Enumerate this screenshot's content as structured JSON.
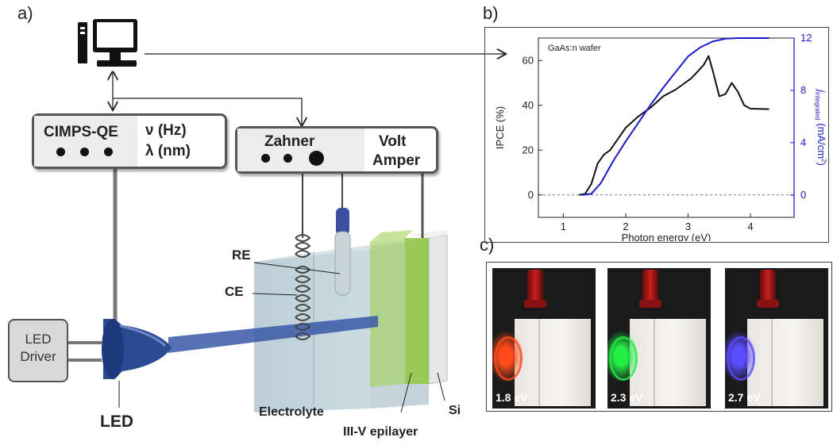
{
  "panels": {
    "a": "a)",
    "b": "b)",
    "c": "c)"
  },
  "cimps": {
    "name": "CIMPS-QE",
    "param1": "ν (Hz)",
    "param2": "λ (nm)"
  },
  "zahner": {
    "name": "Zahner",
    "param1": "Volt",
    "param2": "Amper"
  },
  "led_driver": {
    "line1": "LED",
    "line2": "Driver"
  },
  "labels": {
    "led": "LED",
    "re": "RE",
    "ce": "CE",
    "electrolyte": "Electrolyte",
    "epilayer": "III-V epilayer",
    "si": "Si"
  },
  "icons": [
    "computer-icon",
    "led-icon"
  ],
  "colors": {
    "integrated_axis": "#1a1acc",
    "ipce_line": "#111111",
    "beam": "#3a58a8",
    "epilayer": "#8fc63f"
  },
  "chart_data": {
    "type": "line",
    "annotation": "GaAs:n wafer",
    "xlabel": "Photon energy (eV)",
    "ylabel_left": "IPCE (%)",
    "ylabel_right_main": "j",
    "ylabel_right_sub": "integrated",
    "ylabel_right_unit": "(mA/cm",
    "ylabel_right_sup": "2",
    "ylabel_right_close": ")",
    "xlim": [
      0.6,
      4.7
    ],
    "ylim_left": [
      -10,
      70
    ],
    "ylim_right": [
      -1.71,
      12
    ],
    "xticks": [
      "1",
      "2",
      "3",
      "4"
    ],
    "yticks_left": [
      "0",
      "20",
      "40",
      "60"
    ],
    "yticks_right": [
      "0",
      "4",
      "8",
      "12"
    ],
    "series": [
      {
        "axis": "left",
        "color": "#111111",
        "x": [
          1.25,
          1.35,
          1.45,
          1.55,
          1.65,
          1.75,
          1.85,
          2.0,
          2.2,
          2.4,
          2.6,
          2.8,
          2.95,
          3.05,
          3.15,
          3.25,
          3.33,
          3.4,
          3.5,
          3.6,
          3.7,
          3.8,
          3.9,
          4.0,
          4.3
        ],
        "y": [
          0,
          0.5,
          5,
          14,
          18,
          20,
          24,
          30,
          35,
          39,
          44,
          47,
          50,
          52,
          55,
          58,
          62,
          55,
          44,
          45,
          50,
          46,
          40,
          38.5,
          38.3
        ]
      },
      {
        "axis": "right",
        "color": "#1a1acc",
        "x": [
          1.3,
          1.45,
          1.6,
          1.8,
          2.0,
          2.2,
          2.4,
          2.6,
          2.8,
          3.0,
          3.2,
          3.4,
          3.6,
          3.8,
          4.0,
          4.3
        ],
        "y": [
          0,
          0.1,
          0.9,
          2.6,
          4.1,
          5.5,
          6.9,
          8.2,
          9.4,
          10.6,
          11.3,
          11.75,
          11.95,
          12.0,
          12.0,
          12.0
        ]
      }
    ]
  },
  "photos": [
    {
      "energy": "1.8 eV",
      "glow": "#ff4a1a"
    },
    {
      "energy": "2.3 eV",
      "glow": "#22ee44"
    },
    {
      "energy": "2.7 eV",
      "glow": "#5a4cff"
    }
  ]
}
